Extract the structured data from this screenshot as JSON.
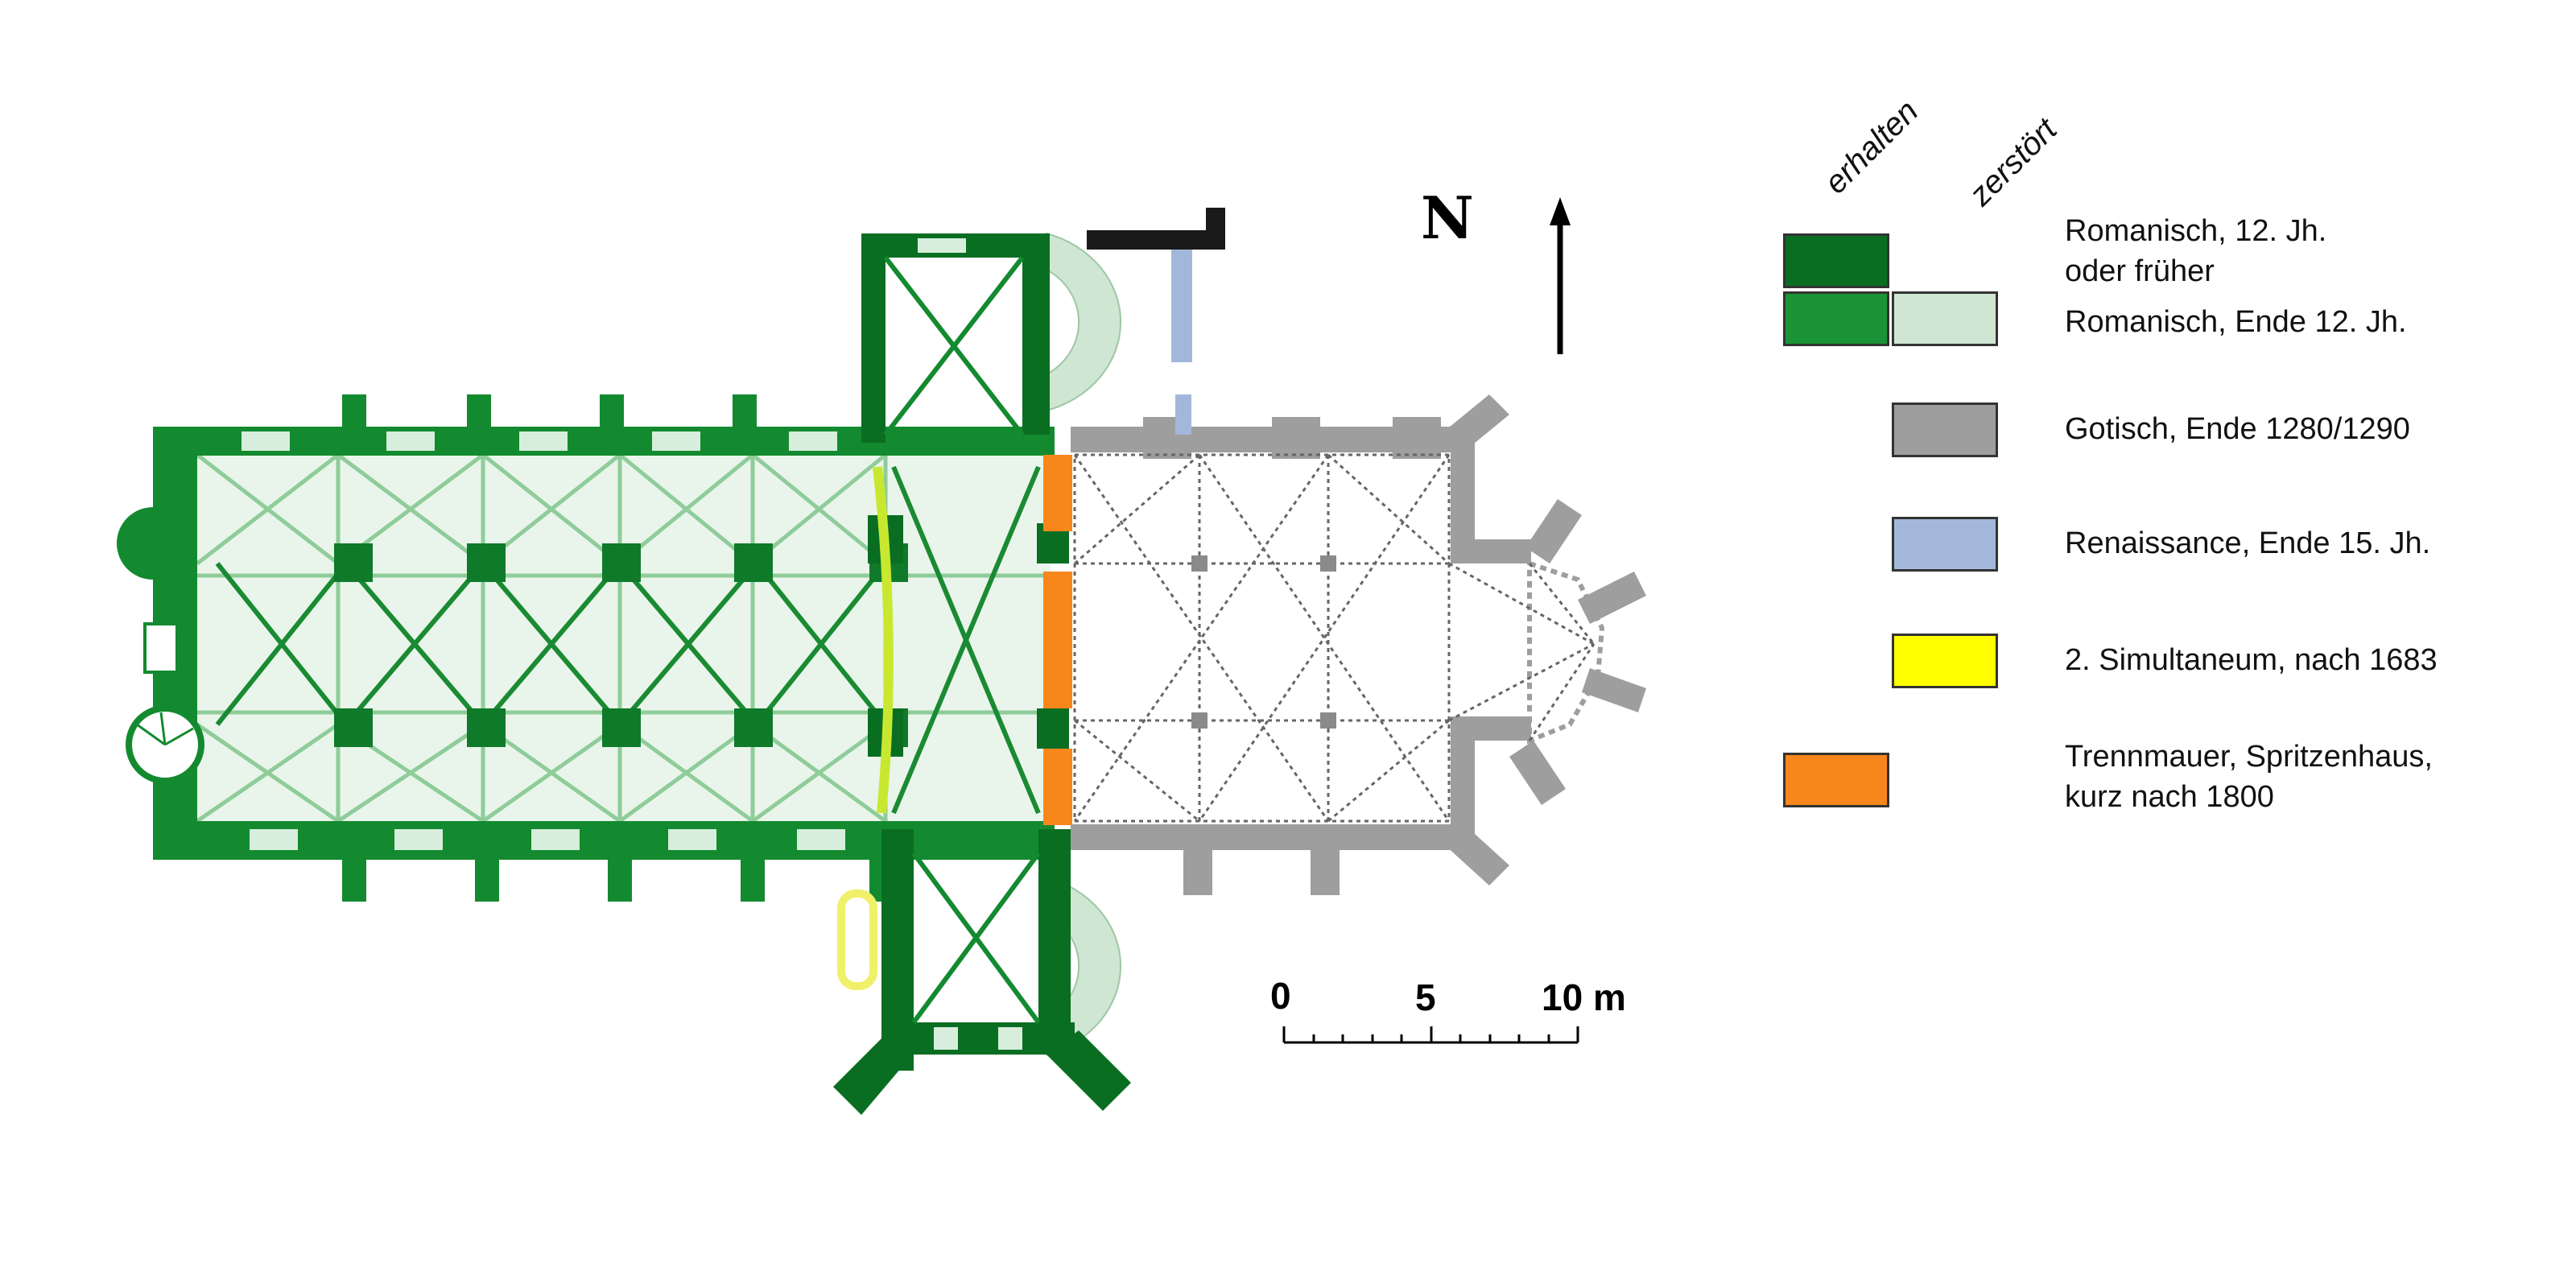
{
  "legend": {
    "column_preserved": "erhalten",
    "column_destroyed": "zerstört",
    "items": [
      {
        "label_line1": "Romanisch, 12. Jh.",
        "label_line2": "oder früher",
        "color_preserved": "#0a6e22"
      },
      {
        "label_line1": "Romanisch, Ende 12. Jh.",
        "color_preserved": "#1a9436",
        "color_destroyed": "#cfe6d3"
      },
      {
        "label_line1": "Gotisch, Ende 1280/1290",
        "color_destroyed": "#9e9e9e"
      },
      {
        "label_line1": "Renaissance, Ende 15. Jh.",
        "color_destroyed": "#a3b7da"
      },
      {
        "label_line1": "2. Simultaneum, nach 1683",
        "color_destroyed": "#ffff00"
      },
      {
        "label_line1": "Trennmauer, Spritzenhaus,",
        "label_line2": "kurz nach 1800",
        "color_preserved": "#f7861b"
      }
    ]
  },
  "north_label": "N",
  "scale": {
    "label_0": "0",
    "label_5": "5",
    "label_10": "10 m"
  },
  "colors": {
    "romanesque_early": "#0a6e22",
    "romanesque_late": "#1a9436",
    "romanesque_destroyed": "#cfe6d3",
    "gothic": "#9e9e9e",
    "renaissance": "#a3b7da",
    "simultaneum": "#ffff00",
    "partition_wall": "#f7861b",
    "vault_light": "#b8dfc0"
  }
}
